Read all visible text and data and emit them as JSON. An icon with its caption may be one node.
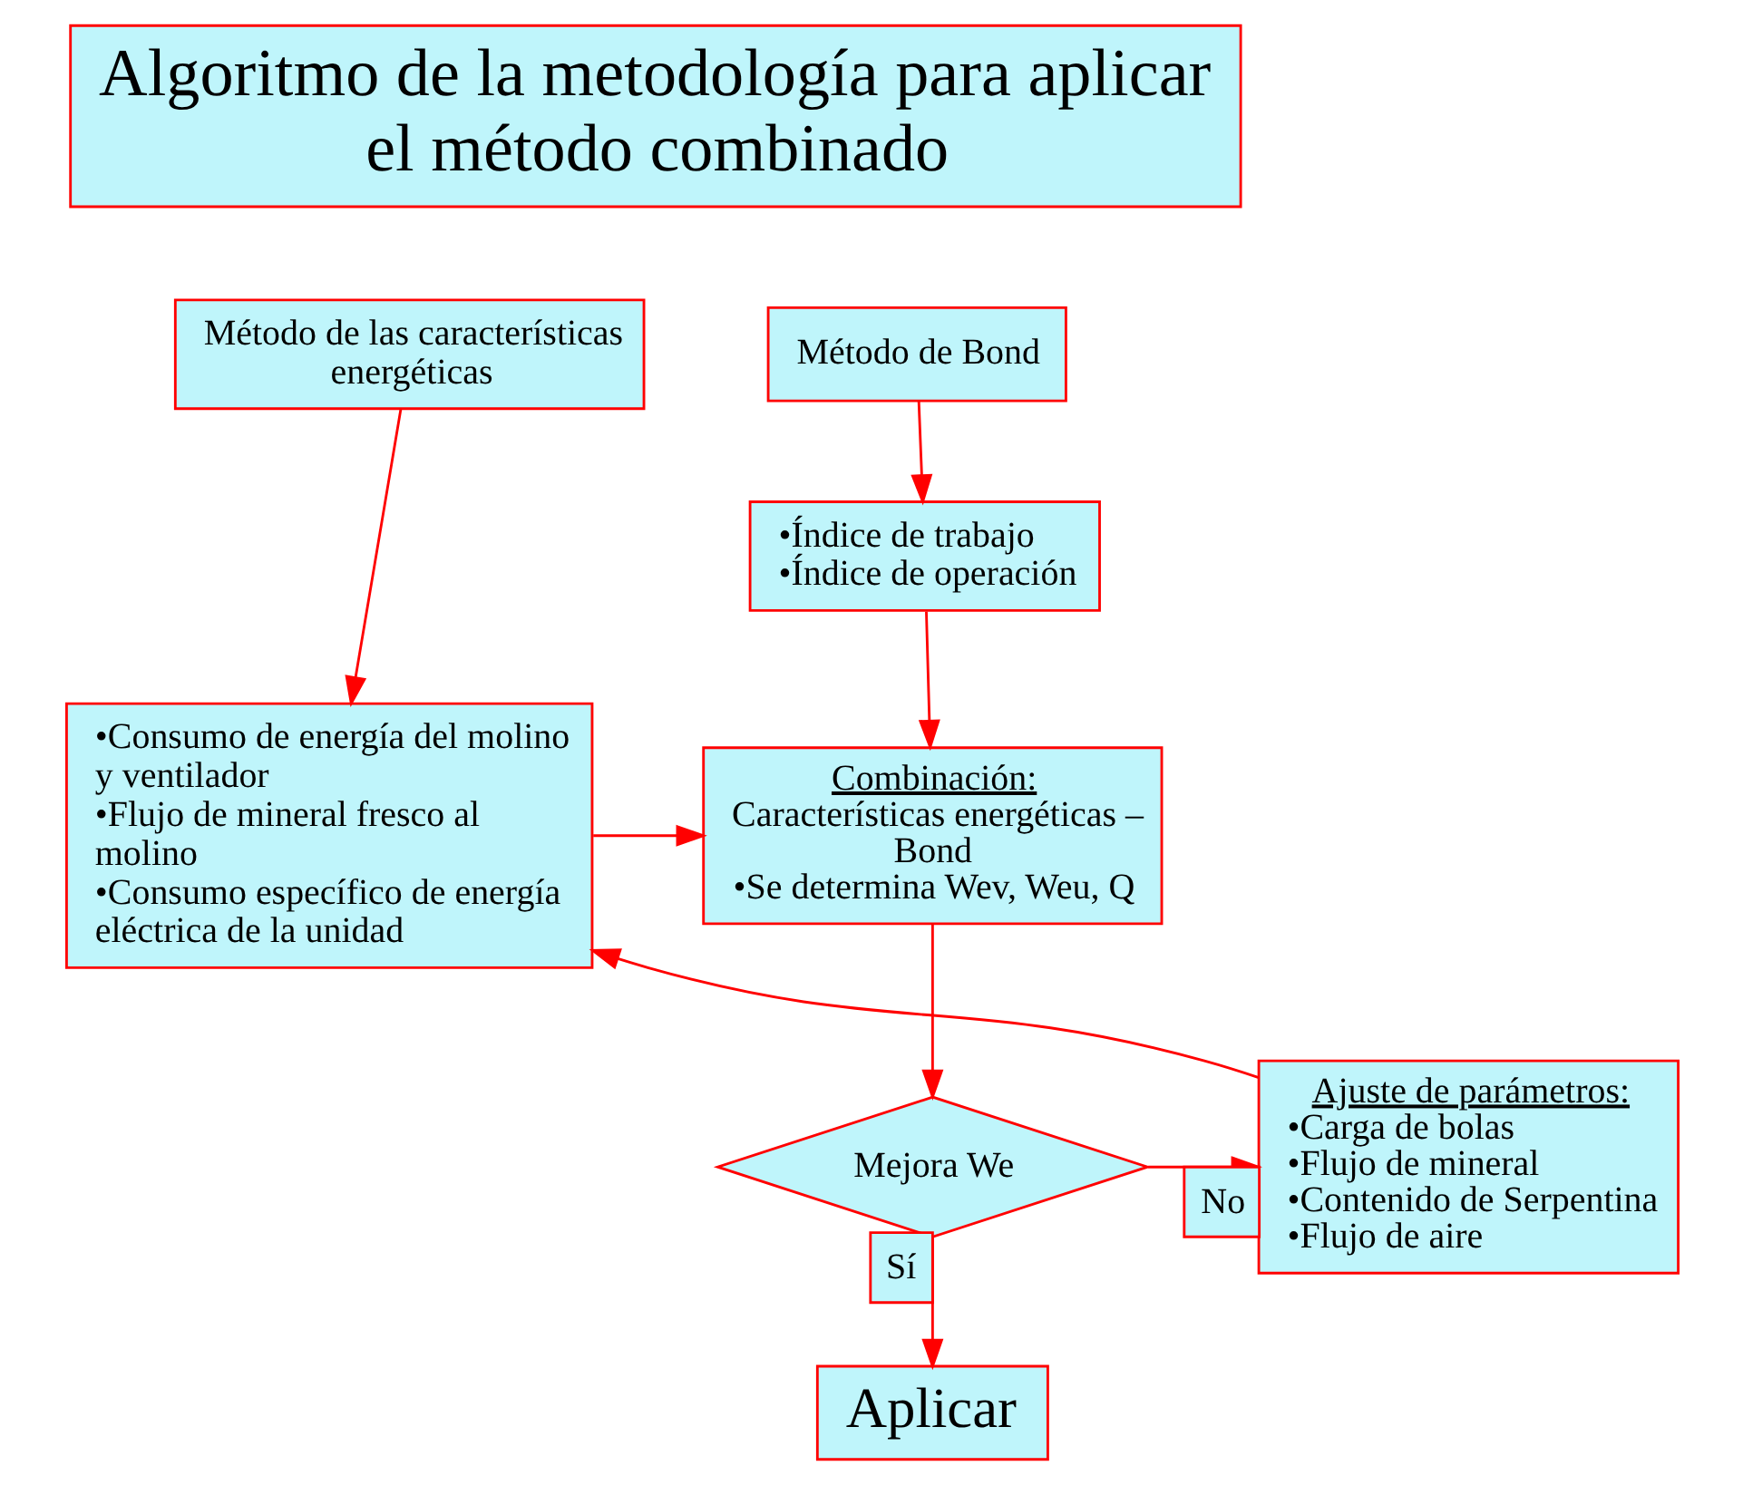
{
  "diagram": {
    "nodes": [
      {
        "text": [
          "Algoritmo de la metodología para aplicar el método combinado"
        ]
      },
      {
        "text": [
          "Método de las características energéticas"
        ]
      },
      {
        "text": [
          "Método de Bond"
        ]
      },
      {
        "text": [
          "•Índice de trabajo",
          "•Índice de operación"
        ]
      },
      {
        "text": [
          "•Consumo de energía del molino y ventilador",
          "•Flujo de mineral fresco al molino",
          "•Consumo específico de energía eléctrica de la unidad"
        ]
      },
      {
        "text": [
          "Combinación:",
          "Características energéticas – Bond",
          "•Se determina Wev, Weu, Q"
        ]
      },
      {
        "text": [
          "Ajuste de parámetros:",
          "•Carga de bolas",
          "•Flujo de mineral",
          "•Contenido de Serpentina",
          "•Flujo de aire"
        ]
      },
      {
        "text": [
          "Mejora We"
        ]
      },
      {
        "text": [
          "Aplicar"
        ]
      }
    ],
    "edges": [
      {
        "from": 1,
        "to": 4,
        "arrow": "to"
      },
      {
        "from": 2,
        "to": 3,
        "arrow": "to"
      },
      {
        "from": 3,
        "to": 5,
        "arrow": "to"
      },
      {
        "from": 4,
        "to": 5,
        "arrow": "to"
      },
      {
        "from": 5,
        "to": 7,
        "arrow": "to"
      },
      {
        "from": 7,
        "to": 6,
        "arrow": "to",
        "label": "No"
      },
      {
        "from": 7,
        "to": 8,
        "arrow": "to",
        "label": "Sí"
      },
      {
        "from": 6,
        "to": 4,
        "arrow": "to"
      }
    ]
  }
}
